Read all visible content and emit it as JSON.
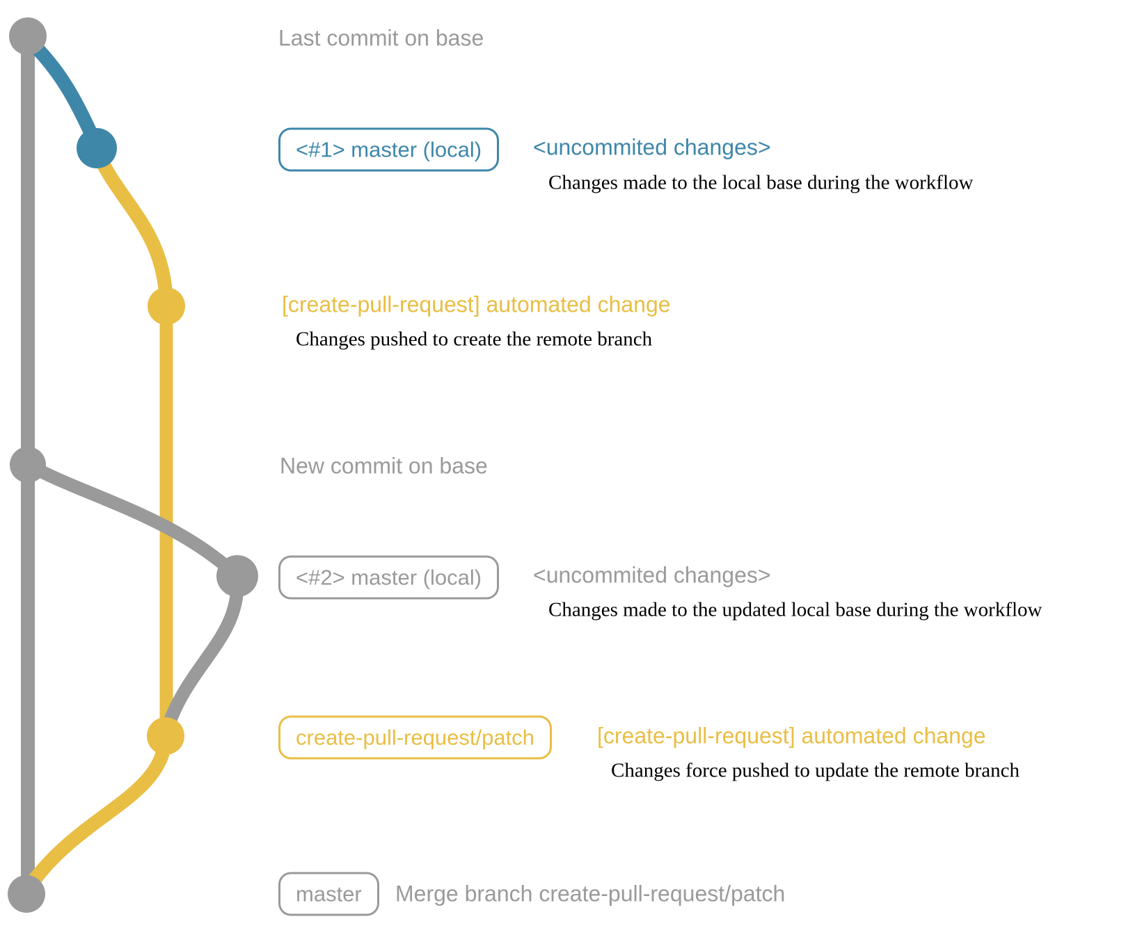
{
  "colors": {
    "base_gray": "#9a9a9a",
    "branch_blue": "#3e87a9",
    "branch_yellow": "#e9be44",
    "description_black": "#000000",
    "background": "#ffffff"
  },
  "rows": {
    "last_commit": {
      "label": "Last commit on base"
    },
    "local_commit_1": {
      "branch_label": "<#1> master (local)",
      "status": "<uncommited changes>",
      "description": "Changes made to the local base during the workflow"
    },
    "pr_push_1": {
      "message": "[create-pull-request] automated change",
      "description": "Changes pushed to create the remote branch"
    },
    "new_commit": {
      "label": "New commit on base"
    },
    "local_commit_2": {
      "branch_label": "<#2> master (local)",
      "status": "<uncommited changes>",
      "description": "Changes made to the updated local base during the workflow"
    },
    "pr_push_2": {
      "branch_label": "create-pull-request/patch",
      "message": "[create-pull-request] automated change",
      "description": "Changes force pushed to update the remote branch"
    },
    "merge_commit": {
      "branch_label": "master",
      "message": "Merge branch create-pull-request/patch"
    }
  }
}
